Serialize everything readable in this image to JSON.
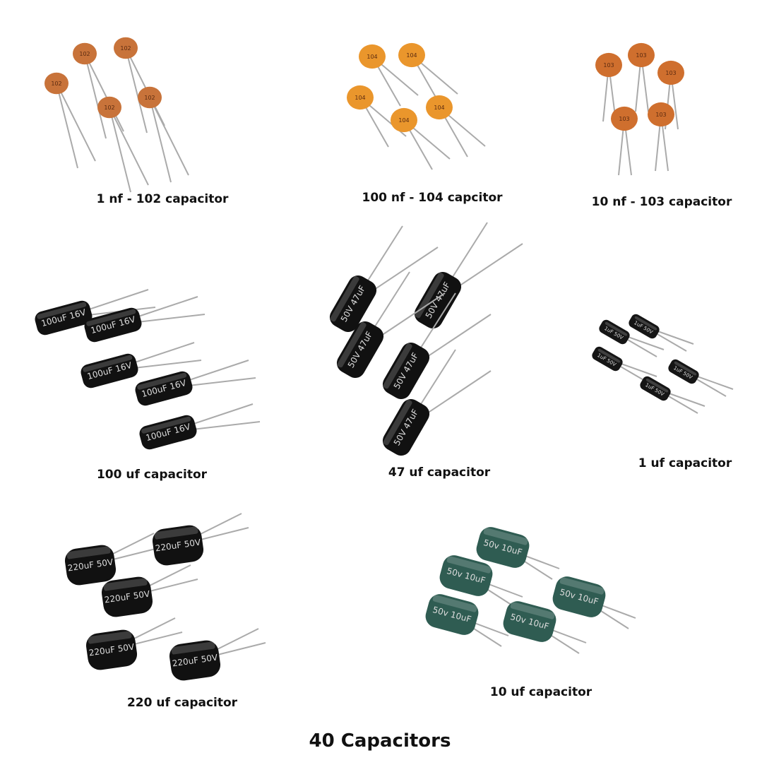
{
  "title": "40 Capacitors",
  "groups": [
    {
      "id": "c102",
      "label": "1 nf - 102 capacitor",
      "marking": "102",
      "kind": "ceramic",
      "color": "#c8733a"
    },
    {
      "id": "c104",
      "label": "100 nf - 104 capcitor",
      "marking": "104",
      "kind": "ceramic",
      "color": "#ea962c"
    },
    {
      "id": "c103",
      "label": "10 nf - 103 capacitor",
      "marking": "103",
      "kind": "ceramic",
      "color": "#cf6f2e"
    },
    {
      "id": "c100u",
      "label": "100 uf capacitor",
      "marking": "100uF 16V",
      "kind": "electrolytic",
      "color": "#111111"
    },
    {
      "id": "c47u",
      "label": "47 uf capacitor",
      "marking": "50V 47uF",
      "kind": "electrolytic",
      "color": "#111111"
    },
    {
      "id": "c1u",
      "label": "1 uf capacitor",
      "marking": "1uF 50V",
      "kind": "electrolytic",
      "color": "#151515"
    },
    {
      "id": "c220u",
      "label": "220 uf capacitor",
      "marking": "220uF 50V",
      "kind": "electrolytic",
      "color": "#111111"
    },
    {
      "id": "c10u",
      "label": "10 uf capacitor",
      "marking": "50v 10uF",
      "kind": "electrolytic",
      "color": "#2f5c52"
    }
  ]
}
